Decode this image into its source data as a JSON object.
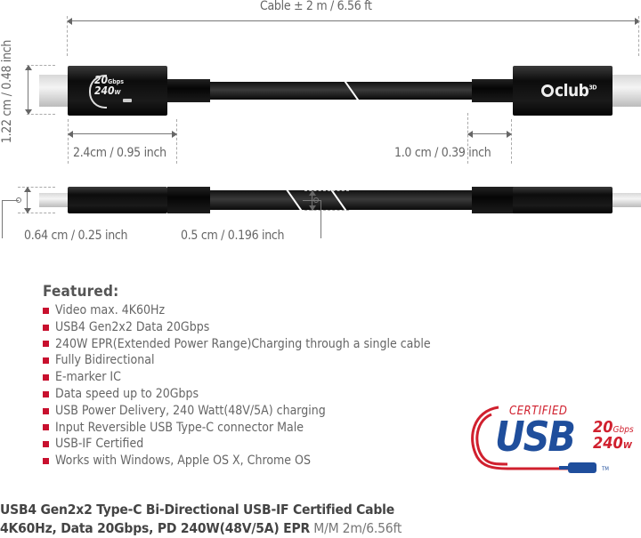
{
  "diagram": {
    "cable_length_label": "Cable ± 2 m / 6.56 ft",
    "connector_height_label": "1.22 cm / 0.48 inch",
    "connector_length_label": "2.4cm / 0.95 inch",
    "strain_relief_label": "1.0 cm / 0.39 inch",
    "connector_thickness_label": "0.64 cm / 0.25 inch",
    "cable_diameter_label": "0.5 cm / 0.196 inch",
    "left_badge": {
      "speed": "20",
      "speed_unit": "Gbps",
      "power": "240",
      "power_unit": "W"
    },
    "right_brand": "club",
    "right_brand_sup": "3D"
  },
  "features": {
    "title": "Featured:",
    "items": [
      "Video max. 4K60Hz",
      "USB4 Gen2x2 Data 20Gbps",
      "240W EPR(Extended Power Range)Charging through a single  cable",
      "Fully Bidirectional",
      "E-marker IC",
      "Data speed up to 20Gbps",
      "USB Power Delivery, 240 Watt(48V/5A) charging",
      "Input Reversible USB Type-C connector Male",
      "USB-IF Certified",
      "Works with Windows, Apple OS X, Chrome OS"
    ],
    "bullet_color": "#c8102e"
  },
  "logo": {
    "certified": "CERTIFIED",
    "usb": "USB",
    "speed": "20",
    "speed_unit": "Gbps",
    "power": "240",
    "power_unit": "W",
    "tm": "TM",
    "red": "#d0202e",
    "blue": "#1f4e9c"
  },
  "footer": {
    "line1": "USB4 Gen2x2 Type-C Bi-Directional USB-IF Certified Cable",
    "line2_bold": "4K60Hz, Data 20Gbps, PD 240W(48V/5A) EPR",
    "line2_light": " M/M  2m/6.56ft"
  }
}
